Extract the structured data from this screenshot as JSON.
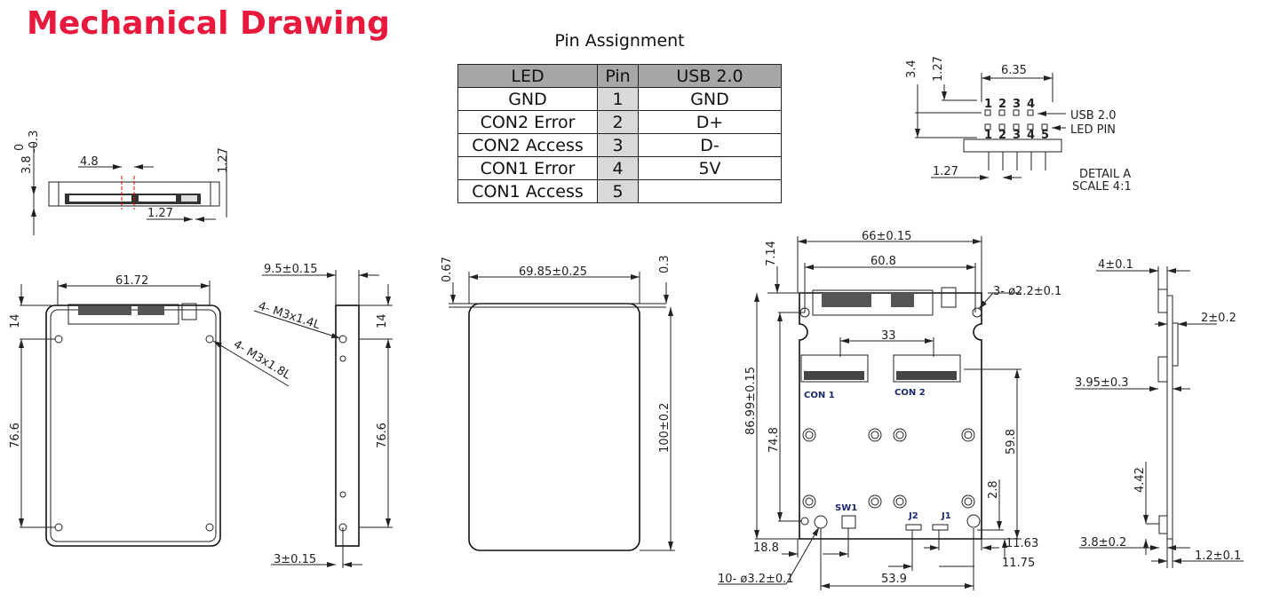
{
  "title": "Mechanical Drawing",
  "pin_assignment": {
    "caption": "Pin Assignment",
    "headers": [
      "LED",
      "Pin",
      "USB 2.0"
    ],
    "rows": [
      [
        "GND",
        "1",
        "GND"
      ],
      [
        "CON2 Error",
        "2",
        "D+"
      ],
      [
        "CON2 Access",
        "3",
        "D-"
      ],
      [
        "CON1 Error",
        "4",
        "5V"
      ],
      [
        "CON1 Access",
        "5",
        ""
      ]
    ]
  },
  "top_view": {
    "height": "3.8",
    "tol_upper": "0",
    "tol_lower": "-0.3",
    "offset": "4.8",
    "pitch_right": "1.27",
    "pitch_bottom": "1.27"
  },
  "front_view": {
    "width": "61.72",
    "top_hole": "14",
    "hole_spacing": "76.6",
    "screw_note": "4-  M3x1.8L"
  },
  "side_view": {
    "thickness": "9.5±0.15",
    "screw_note": "4-  M3x1.4L",
    "top_hole": "14",
    "hole_spacing": "76.6",
    "hole_offset": "3±0.15"
  },
  "outline_view": {
    "width": "69.85±0.25",
    "height": "100±0.2",
    "left_step": "0.67",
    "right_step": "0.3"
  },
  "detail_a": {
    "pitch_h": "6.35",
    "dim_a": "3.4",
    "dim_b": "1.27",
    "pitch_bottom": "1.27",
    "usb_pins": [
      "1",
      "2",
      "3",
      "4"
    ],
    "led_pins": [
      "1",
      "2",
      "3",
      "4",
      "5"
    ],
    "usb_label": "USB 2.0",
    "led_label": "LED PIN",
    "caption": "DETAIL  A",
    "scale": "SCALE 4:1"
  },
  "board_view": {
    "width": "66±0.15",
    "connector_width": "60.8",
    "top_offset": "7.14",
    "mount_hole": "3-  ø2.2±0.1",
    "con_spacing": "33",
    "height": "86.99±0.15",
    "inner_height": "74.8",
    "con_to_bottom": "59.8",
    "hole_offset": "2.8",
    "sw_offset": "18.8",
    "j1_offset": "11.63",
    "j2_offset": "11.75",
    "holes_span": "53.9",
    "standoff_note": "10-  ø3.2±0.1",
    "con1": "CON 1",
    "con2": "CON 2",
    "sw1": "SW1",
    "j1": "J1",
    "j2": "J2"
  },
  "profile_view": {
    "top_width": "4±0.1",
    "pcb_gap": "2±0.2",
    "con_height": "3.95±0.3",
    "bottom_dim": "4.42",
    "sw_height": "3.8±0.2",
    "pcb_thickness": "1.2±0.1"
  }
}
